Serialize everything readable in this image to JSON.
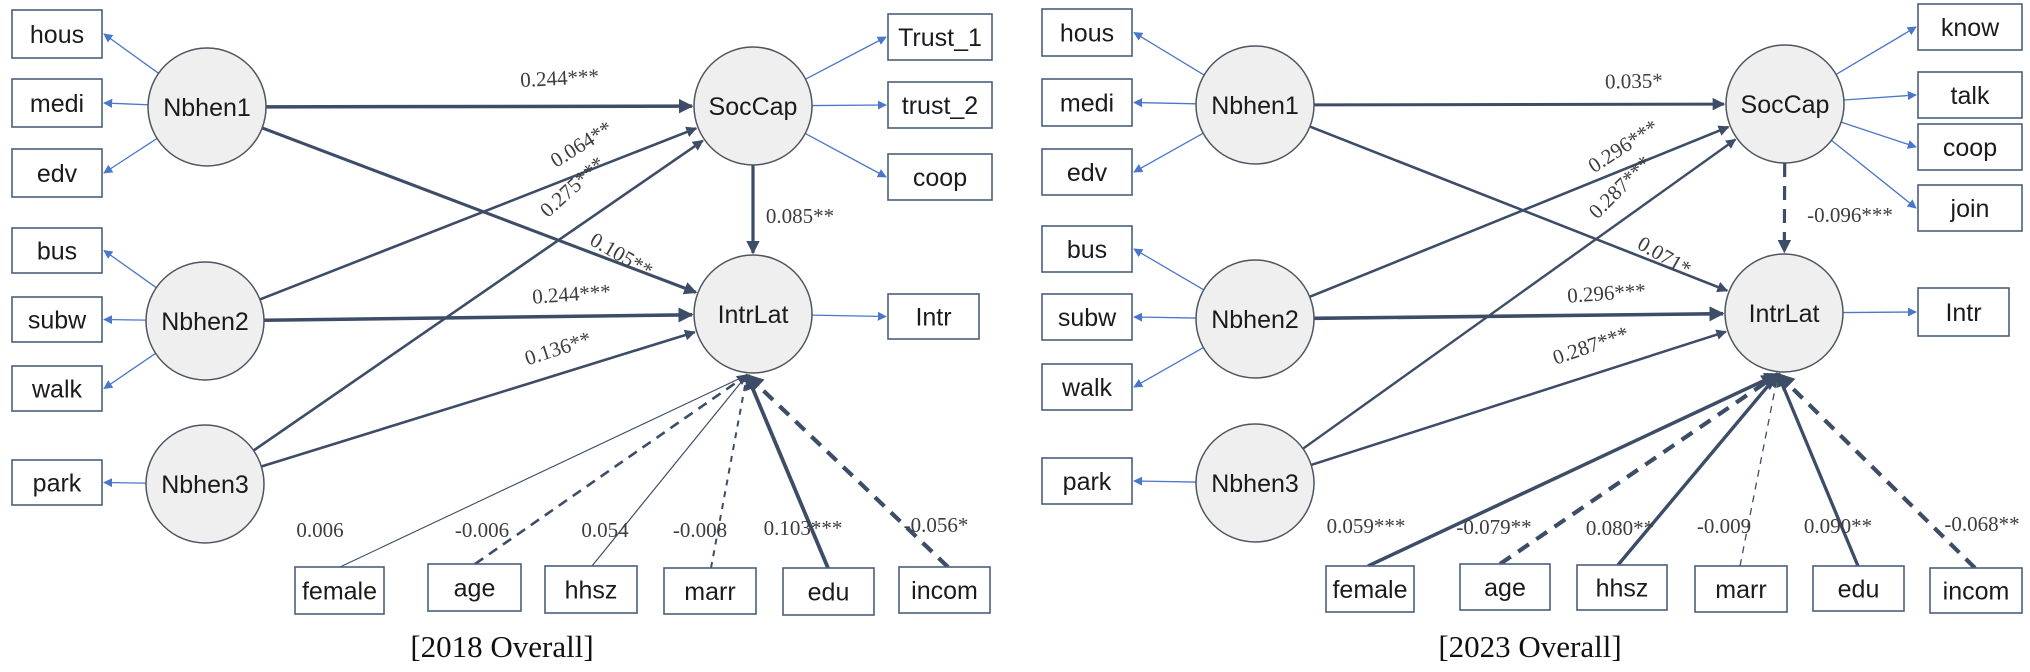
{
  "panels": [
    {
      "id": "p2018",
      "title": "[2018 Overall]",
      "latents": {
        "n1": "Nbhen1",
        "n2": "Nbhen2",
        "n3": "Nbhen3",
        "soc": "SocCap",
        "intr": "IntrLat"
      },
      "left_indicators": [
        "hous",
        "medi",
        "edv",
        "bus",
        "subw",
        "walk",
        "park"
      ],
      "soc_indicators": [
        "Trust_1",
        "trust_2",
        "coop"
      ],
      "intr_indicator": "Intr",
      "controls": [
        "female",
        "age",
        "hhsz",
        "marr",
        "edu",
        "incom"
      ],
      "paths": {
        "n1_soc": "0.244***",
        "n2_soc": "0.064**",
        "n3_soc": "0.275***",
        "n1_intr": "0.105**",
        "n2_intr": "0.244***",
        "n3_intr": "0.136**",
        "soc_intr": "0.085**"
      },
      "controls_coef": [
        "0.006",
        "-0.006",
        "0.054",
        "-0.008",
        "0.103***",
        "-0.056*"
      ]
    },
    {
      "id": "p2023",
      "title": "[2023 Overall]",
      "latents": {
        "n1": "Nbhen1",
        "n2": "Nbhen2",
        "n3": "Nbhen3",
        "soc": "SocCap",
        "intr": "IntrLat"
      },
      "left_indicators": [
        "hous",
        "medi",
        "edv",
        "bus",
        "subw",
        "walk",
        "park"
      ],
      "soc_indicators": [
        "know",
        "talk",
        "coop",
        "join"
      ],
      "intr_indicator": "Intr",
      "controls": [
        "female",
        "age",
        "hhsz",
        "marr",
        "edu",
        "incom"
      ],
      "paths": {
        "n1_soc": "0.035*",
        "n2_soc": "0.296***",
        "n3_soc": "0.287***",
        "n1_intr": "0.071*",
        "n2_intr": "0.296***",
        "n3_intr": "0.287***",
        "soc_intr": "-0.096***"
      },
      "controls_coef": [
        "0.059***",
        "-0.079**",
        "0.080**",
        "-0.009",
        "0.090**",
        "-0.068**"
      ]
    }
  ]
}
